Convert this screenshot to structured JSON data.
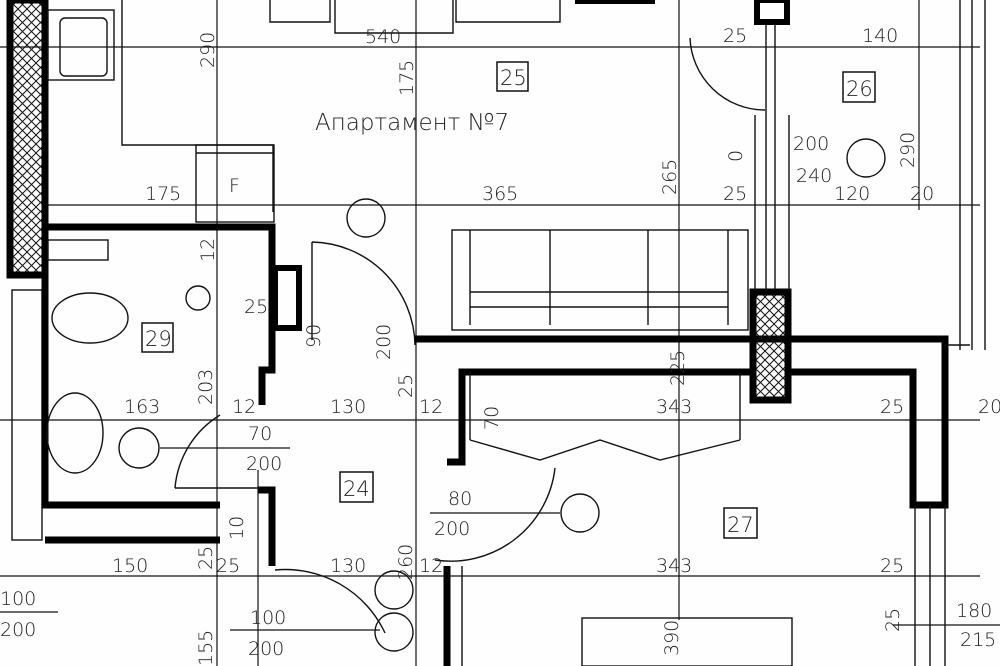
{
  "apartment_title": "Апартамент №7",
  "rooms": [
    "25",
    "26",
    "29",
    "24",
    "27"
  ],
  "fixture_label": "F",
  "dims": [
    "540",
    "290",
    "175",
    "175",
    "365",
    "265",
    "25",
    "140",
    "200",
    "0",
    "240",
    "290",
    "25",
    "120",
    "20",
    "12",
    "25",
    "90",
    "200",
    "25",
    "163",
    "203",
    "12",
    "70",
    "200",
    "130",
    "12",
    "70",
    "225",
    "343",
    "25",
    "20",
    "10",
    "80",
    "200",
    "150",
    "25",
    "25",
    "130",
    "260",
    "12",
    "343",
    "25",
    "100",
    "200",
    "100",
    "200",
    "155",
    "390",
    "25",
    "180",
    "215"
  ],
  "colors": {
    "line": "#111111",
    "background": "#ffffff"
  }
}
